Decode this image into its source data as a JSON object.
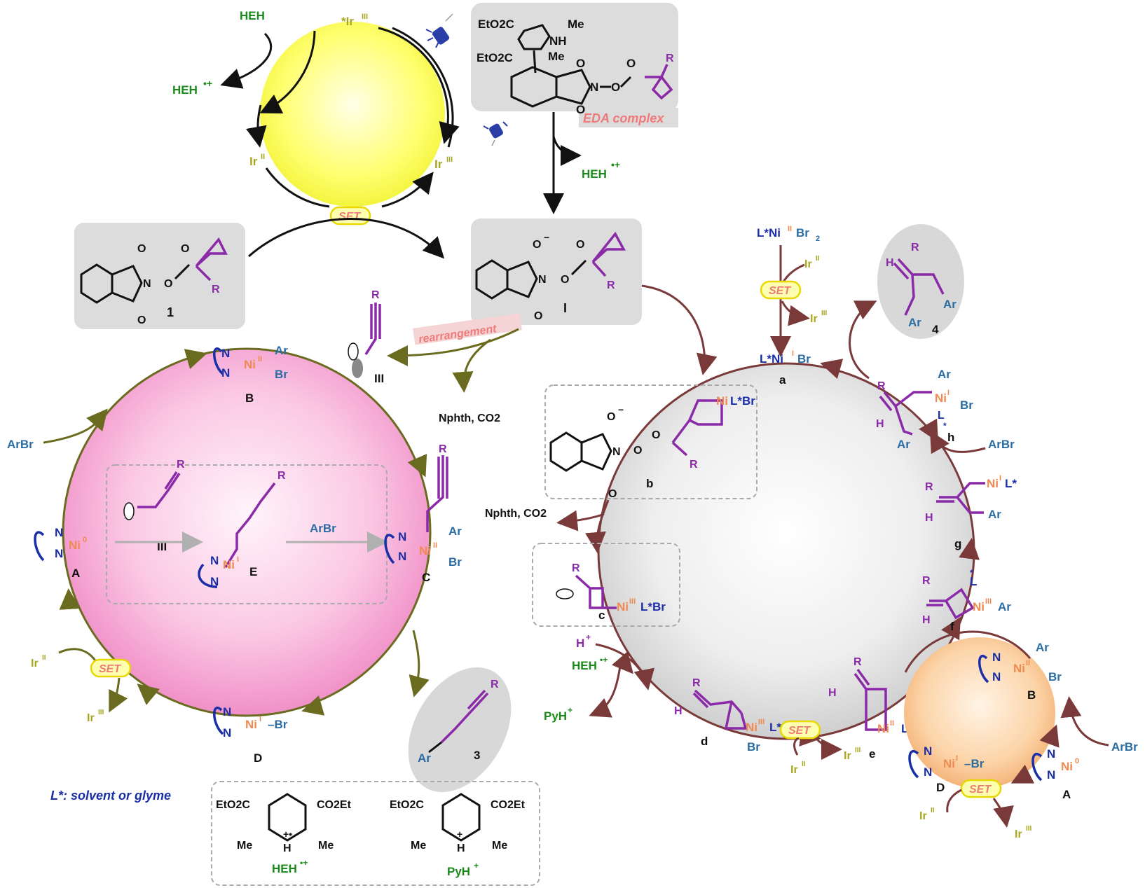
{
  "photo_cycle": {
    "hantzsch_in": "HEH",
    "hantzsch_radical_cation": "HEH",
    "ir_excited": "*Ir",
    "ir_excited_ox": "III",
    "ir_reduced": "Ir",
    "ir_reduced_ox": "II",
    "ir_ground": "Ir",
    "ir_ground_ox": "III",
    "set_label": "SET"
  },
  "eda": {
    "label": "EDA complex",
    "heh_out": "HEH",
    "substituent_top_left": "EtO2C",
    "substituent_bottom_left": "EtO2C",
    "me_top": "Me",
    "me_bottom": "Me",
    "nh": "NH",
    "n": "N",
    "o": "O",
    "r": "R"
  },
  "compounds": {
    "c1": "1",
    "cI": "I",
    "cIII": "III",
    "c3": "3",
    "c4": "4",
    "rearrangement": "rearrangement",
    "nphth_left": "Nphth, CO2",
    "nphth_right": "Nphth, CO2"
  },
  "left_cycle": {
    "B_label": "B",
    "A_label": "A",
    "C_label": "C",
    "D_label": "D",
    "E_label": "E",
    "III_label": "III",
    "arbr_in": "ArBr",
    "arbr_inner": "ArBr",
    "ir_in": "Ir",
    "ir_out": "Ir",
    "set": "SET",
    "ar": "Ar",
    "br": "Br",
    "ni": "Ni"
  },
  "right_cycle": {
    "precursor": "L*Ni",
    "precursor_suffix": "Br",
    "ir_in": "Ir",
    "ir_out": "Ir",
    "set": "SET",
    "a_species": "L*Ni",
    "a_label": "a",
    "b_label": "b",
    "c_label": "c",
    "d_label": "d",
    "e_label": "e",
    "f_label": "f",
    "g_label": "g",
    "h_label": "h",
    "arbr": "ArBr",
    "h_plus": "H",
    "heh": "HEH",
    "pyh": "PyH",
    "ir_d_in": "Ir",
    "ir_d_out": "Ir",
    "set_d": "SET"
  },
  "small_cycle": {
    "B": "B",
    "A": "A",
    "D": "D",
    "arbr": "ArBr",
    "ir_in": "Ir",
    "ir_out": "Ir",
    "set": "SET"
  },
  "legend": {
    "lstar": "L*: solvent or glyme",
    "heh_label": "HEH",
    "pyh_label": "PyH",
    "ester": "EtO2C",
    "ester_r": "CO2Et",
    "me": "Me",
    "nh": "H"
  },
  "colors": {
    "green": "#1a8a1a",
    "blue": "#2b6ca3",
    "purple": "#8a2aa8",
    "olive": "#a8a820",
    "nickel": "#f08a50",
    "pink_label": "#f07a7a",
    "yellow_cycle": "#ffff66",
    "pink_cycle": "#f8a8d8",
    "gray_cycle": "#d8d8d8",
    "orange_cycle": "#f8c890"
  }
}
